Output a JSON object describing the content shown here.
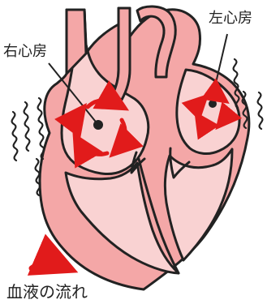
{
  "labels": {
    "right_atrium": "右心房",
    "left_atrium": "左心房",
    "legend_blood_flow": "血液の流れ"
  },
  "colors": {
    "heart_fill": "#f4a7a7",
    "heart_inner": "#f9d2d2",
    "outline": "#222222",
    "flow_arrow": "#e11b1b",
    "tremor_line": "#222222"
  },
  "icons": {
    "flow_arrow": "curved-red-arrow",
    "tremor": "wavy-line",
    "pointer_dot": "black-dot"
  }
}
